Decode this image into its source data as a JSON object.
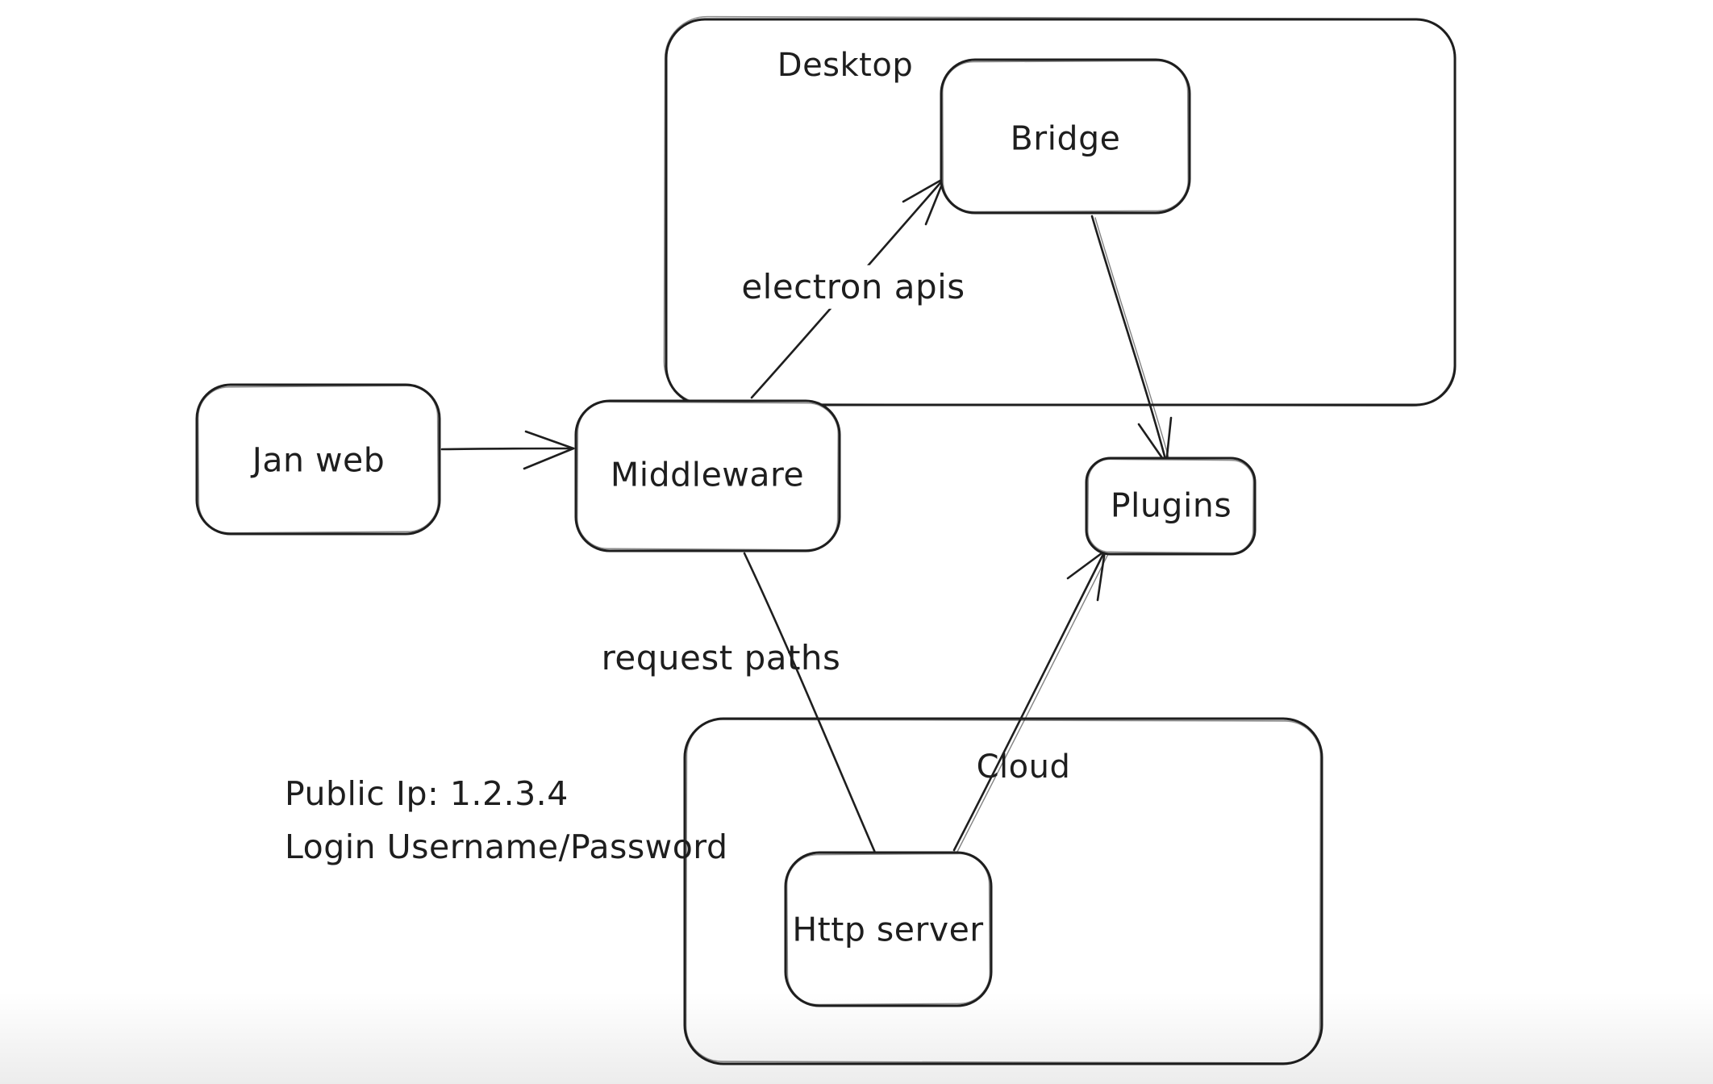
{
  "app": {
    "background_color": "#ffffff",
    "stroke_color": "#1e1e1e"
  },
  "containers": [
    {
      "id": "desktop",
      "label": "Desktop"
    },
    {
      "id": "cloud",
      "label": "Cloud"
    }
  ],
  "nodes": [
    {
      "id": "jan-web",
      "label": "Jan web"
    },
    {
      "id": "middleware",
      "label": "Middleware"
    },
    {
      "id": "bridge",
      "label": "Bridge"
    },
    {
      "id": "plugins",
      "label": "Plugins"
    },
    {
      "id": "http-server",
      "label": "Http server"
    }
  ],
  "edges": [
    {
      "id": "janweb-to-middleware",
      "from": "Jan web",
      "to": "Middleware",
      "label": ""
    },
    {
      "id": "middleware-to-bridge",
      "from": "Middleware",
      "to": "Bridge",
      "label": "electron apis"
    },
    {
      "id": "bridge-to-plugins",
      "from": "Bridge",
      "to": "Plugins",
      "label": ""
    },
    {
      "id": "middleware-to-httpserver",
      "from": "Middleware",
      "to": "Http server",
      "label": "request paths"
    },
    {
      "id": "httpserver-to-plugins",
      "from": "Http server",
      "to": "Plugins",
      "label": ""
    }
  ],
  "annotations": {
    "public_ip": "Public Ip: 1.2.3.4",
    "login": "Login Username/Password"
  }
}
